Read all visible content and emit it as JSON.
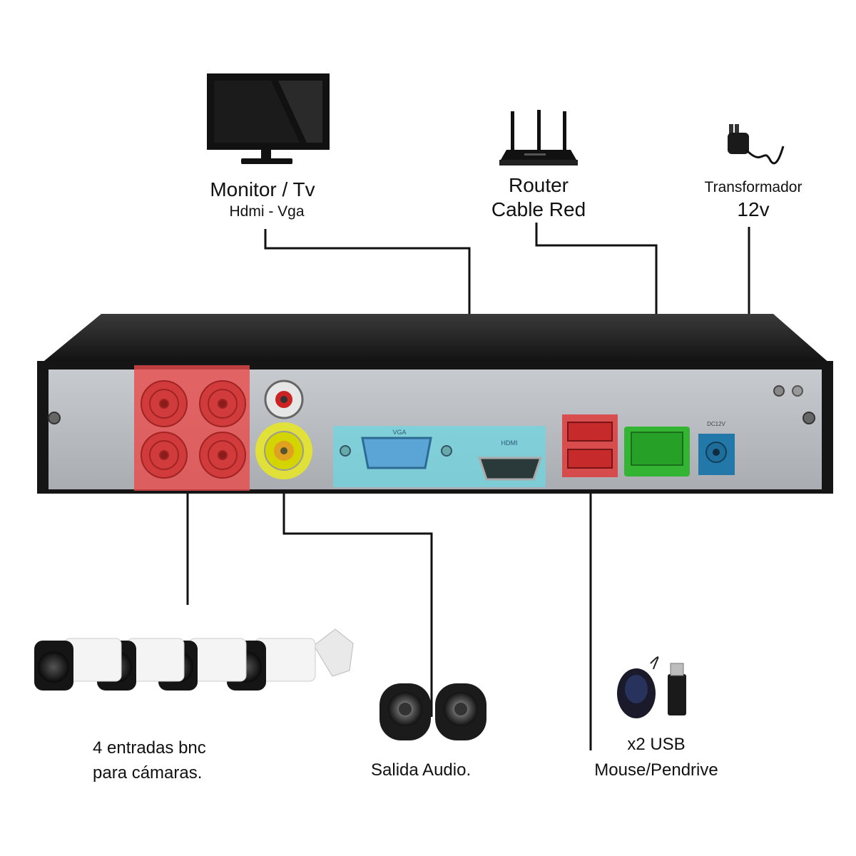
{
  "monitor": {
    "title": "Monitor / Tv",
    "subtitle": "Hdmi - Vga",
    "icon": "monitor-icon"
  },
  "router": {
    "title": "Router",
    "subtitle": "Cable Red",
    "icon": "router-icon"
  },
  "power": {
    "title": "Transformador",
    "subtitle": "12v",
    "icon": "power-adapter-icon"
  },
  "cameras": {
    "line1": "4 entradas bnc",
    "line2": "para cámaras.",
    "icon": "bullet-camera-icon"
  },
  "audio": {
    "label": "Salida Audio.",
    "icon": "speaker-icon"
  },
  "usb": {
    "line1": "x2 USB",
    "line2": "Mouse/Pendrive",
    "icon": "usb-mouse-icon"
  },
  "dvr": {
    "port_labels": {
      "vga": "VGA",
      "hdmi": "HDMI",
      "power": "DC12V"
    }
  },
  "colors": {
    "bnc_highlight": "#e84a4a",
    "audio_highlight": "#e6e62a",
    "video_highlight": "#6fd6e0",
    "usb_highlight": "#dd3a3a",
    "lan_highlight": "#33b533",
    "power_highlight": "#2278a8"
  }
}
